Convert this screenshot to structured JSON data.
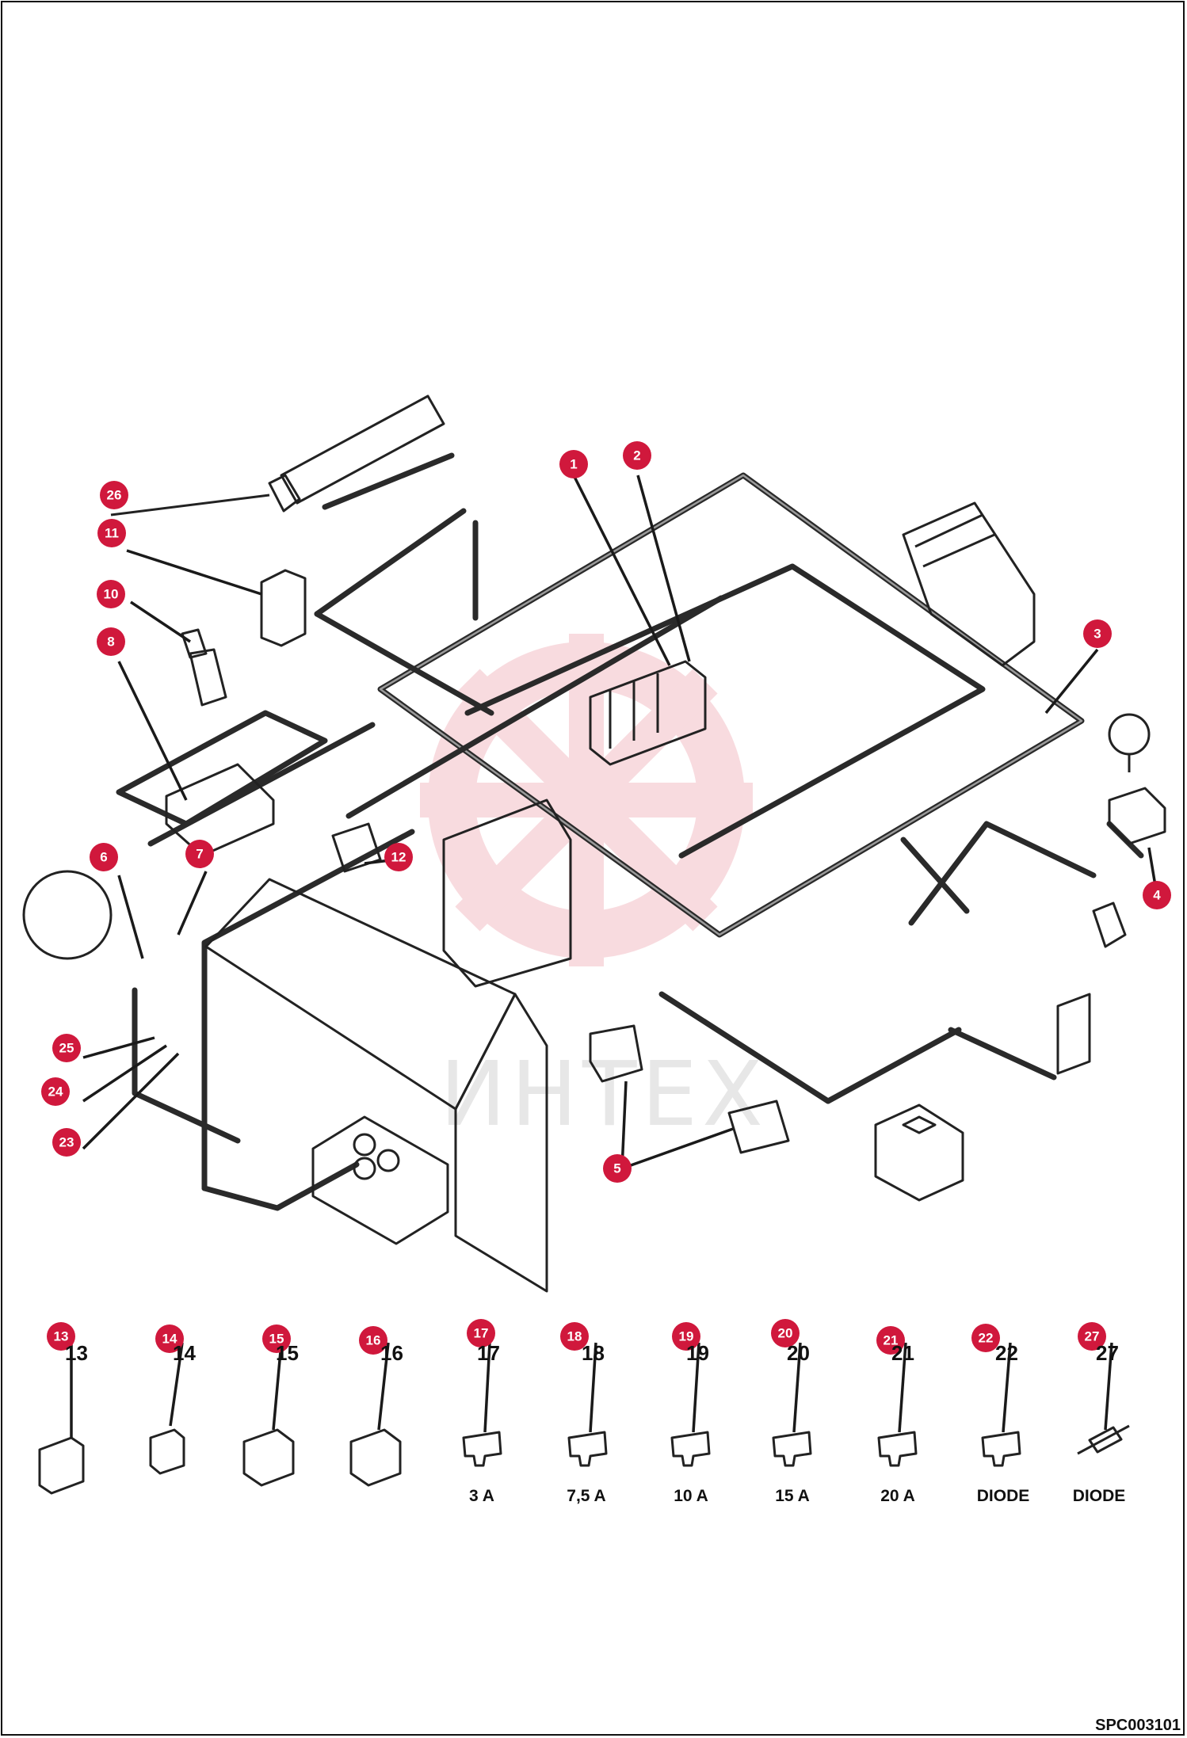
{
  "watermark_text": "ИНТЕХ",
  "drawing_code": "SPC003101",
  "callouts": [
    "1",
    "2",
    "3",
    "4",
    "5",
    "6",
    "7",
    "8",
    "10",
    "11",
    "12",
    "23",
    "24",
    "25",
    "26",
    "13",
    "14",
    "15",
    "16",
    "17",
    "18",
    "19",
    "20",
    "21",
    "22",
    "27"
  ],
  "bottom_parts": [
    {
      "number": "13",
      "rating": ""
    },
    {
      "number": "14",
      "rating": ""
    },
    {
      "number": "15",
      "rating": ""
    },
    {
      "number": "16",
      "rating": ""
    },
    {
      "number": "17",
      "rating": "3 A"
    },
    {
      "number": "18",
      "rating": "7,5 A"
    },
    {
      "number": "19",
      "rating": "10 A"
    },
    {
      "number": "20",
      "rating": "15 A"
    },
    {
      "number": "21",
      "rating": "20 A"
    },
    {
      "number": "22",
      "rating": "DIODE"
    },
    {
      "number": "27",
      "rating": "DIODE"
    }
  ],
  "colors": {
    "badge": "#d0183c",
    "line": "#222222",
    "watermark": "#d4d4d4"
  }
}
